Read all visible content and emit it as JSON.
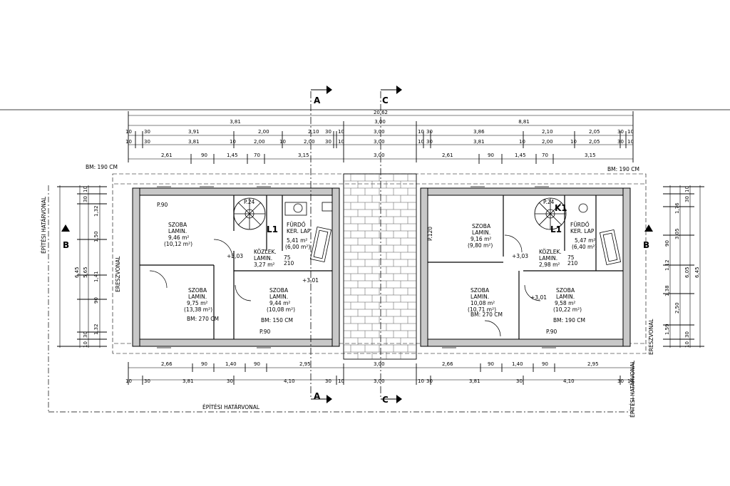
{
  "overall_dimension": "20,62",
  "dimension_rows": {
    "row1": [
      "3,81",
      "3,00",
      "8,81"
    ],
    "row2": [
      "10",
      "30",
      "3,91",
      "2,00",
      "2,10",
      "30",
      "10",
      "3,00",
      "10",
      "30",
      "3,86",
      "2,10",
      "2,05",
      "30",
      "10"
    ],
    "row3": [
      "10",
      "30",
      "3,81",
      "10",
      "2,00",
      "10",
      "2,00",
      "30",
      "10",
      "3,00",
      "10",
      "30",
      "3,81",
      "10",
      "2,00",
      "10",
      "2,05",
      "30",
      "10"
    ],
    "row4": [
      "2,61",
      "90",
      "1,45",
      "70",
      "3,15",
      "3,00",
      "2,61",
      "90",
      "1,45",
      "70",
      "3,15"
    ],
    "bottom1": [
      "2,66",
      "90",
      "1,40",
      "90",
      "2,95",
      "3,00",
      "2,66",
      "90",
      "1,40",
      "90",
      "2,95"
    ],
    "bottom2": [
      "10",
      "30",
      "3,81",
      "30",
      "4,10",
      "30",
      "10",
      "3,00",
      "10",
      "30",
      "3,81",
      "30",
      "4,10",
      "30",
      "10"
    ]
  },
  "left_dims": {
    "outer": "6,45",
    "inner": [
      "5,65"
    ],
    "small": [
      "1,32",
      "1,50",
      "1,41",
      "90",
      "1,32",
      "30",
      "10",
      "10",
      "30"
    ]
  },
  "right_dims": {
    "outer": "6,45",
    "inner": [
      "6,05"
    ],
    "small": [
      "1,76",
      "3,05",
      "90",
      "1,12",
      "1,38",
      "2,50",
      "1,59",
      "30",
      "10",
      "10",
      "30"
    ]
  },
  "section_markers": {
    "a": "A",
    "c": "C",
    "b": "B"
  },
  "boundary_labels": {
    "epites_hatarvonal": "ÉPÍTÉSI HATÁRVONAL",
    "ereszvonal": "ERESZVONAL"
  },
  "bm_labels": {
    "top_left": "BM: 190 CM",
    "top_right": "BM: 190 CM",
    "left_unit_mid": "BM: 270 CM",
    "left_unit_hall": "BM: 150 CM",
    "right_unit_mid": "BM: 270 CM",
    "right_unit_right": "BM: 190 CM"
  },
  "rooms": [
    {
      "name": "SZOBA",
      "floor": "LAMIN.",
      "area": "9,46 m²",
      "area2": "(10,12 m²)"
    },
    {
      "name": "SZOBA",
      "floor": "LAMIN.",
      "area": "9,75 m²",
      "area2": "(13,38 m²)"
    },
    {
      "name": "KÖZLEK.",
      "floor": "LAMIN.",
      "area": "3,27 m²",
      "area2": ""
    },
    {
      "name": "SZOBA",
      "floor": "LAMIN.",
      "area": "9,44 m²",
      "area2": "(10,08 m²)"
    },
    {
      "name": "FÜRDŐ",
      "floor": "KER. LAP",
      "area": "5,41 m²",
      "area2": "(6,00 m²)"
    },
    {
      "name": "SZOBA",
      "floor": "LAMIN.",
      "area": "9,16 m²",
      "area2": "(9,80 m²)"
    },
    {
      "name": "SZOBA",
      "floor": "LAMIN.",
      "area": "10,08 m²",
      "area2": "(10,71 m²)"
    },
    {
      "name": "KÖZLEK.",
      "floor": "LAMIN.",
      "area": "2,98 m²",
      "area2": ""
    },
    {
      "name": "SZOBA",
      "floor": "LAMIN.",
      "area": "9,58 m²",
      "area2": "(10,22 m²)"
    },
    {
      "name": "FÜRDŐ",
      "floor": "KER. LAP",
      "area": "5,47 m²",
      "area2": "(6,40 m²)"
    }
  ],
  "stair_labels": [
    "L1",
    "L1",
    "K1"
  ],
  "level_marks": [
    "+3,03",
    "+3,01",
    "+3,03",
    "+3,01"
  ],
  "misc": {
    "p90": "P.90",
    "p120": "P.120",
    "p24": "P.24",
    "v210": "210",
    "v75": "75"
  }
}
